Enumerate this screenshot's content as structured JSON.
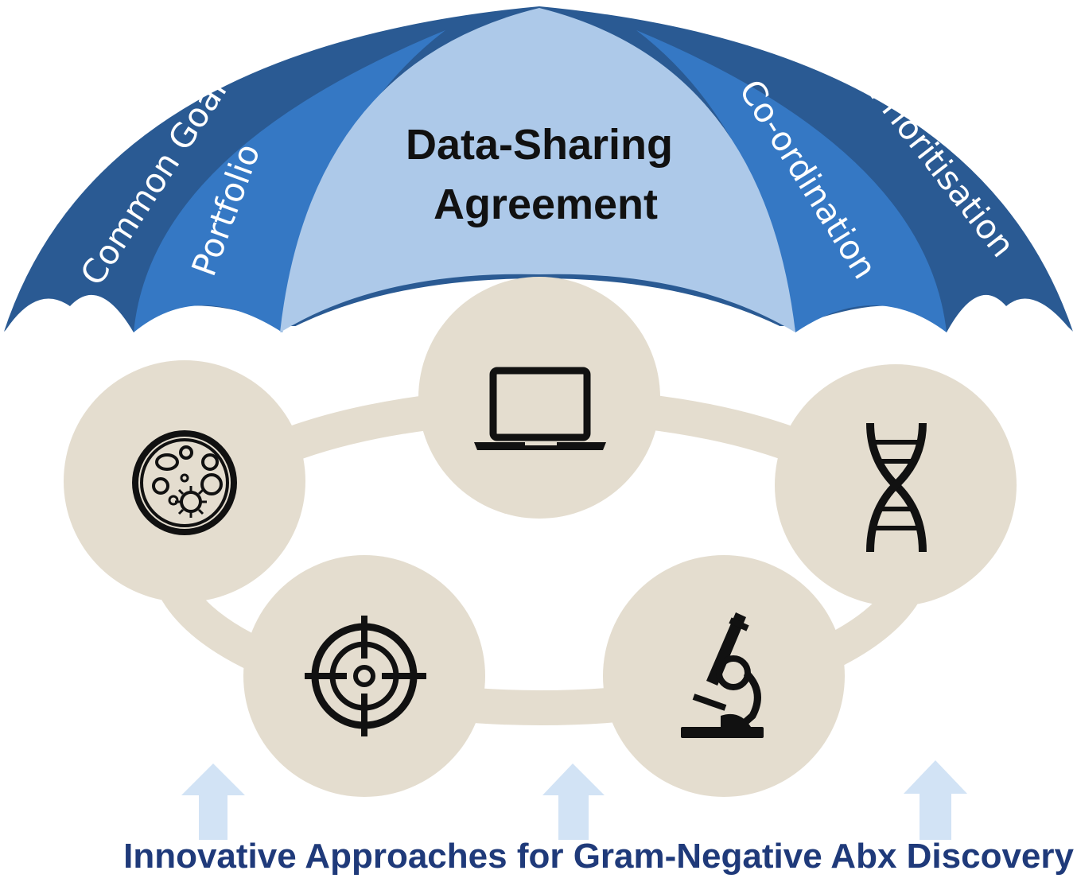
{
  "umbrella": {
    "center_title_line1": "Data-Sharing",
    "center_title_line2": "Agreement",
    "panels": [
      "Common Goal",
      "Portfolio",
      "Co-ordination",
      "Prioritisation"
    ]
  },
  "cycle_nodes": [
    {
      "icon": "petri-dish-icon"
    },
    {
      "icon": "laptop-icon"
    },
    {
      "icon": "dna-icon"
    },
    {
      "icon": "microscope-icon"
    },
    {
      "icon": "target-icon"
    }
  ],
  "arrows_count": 3,
  "footer": "Innovative Approaches for Gram-Negative Abx Discovery",
  "colors": {
    "umbrella_dark": "#2a5a93",
    "umbrella_mid": "#3578c4",
    "umbrella_light": "#adc9e9",
    "node_fill": "#e4ddcf",
    "arrow_fill": "#d2e3f5",
    "footer_text": "#1f3a7a"
  }
}
